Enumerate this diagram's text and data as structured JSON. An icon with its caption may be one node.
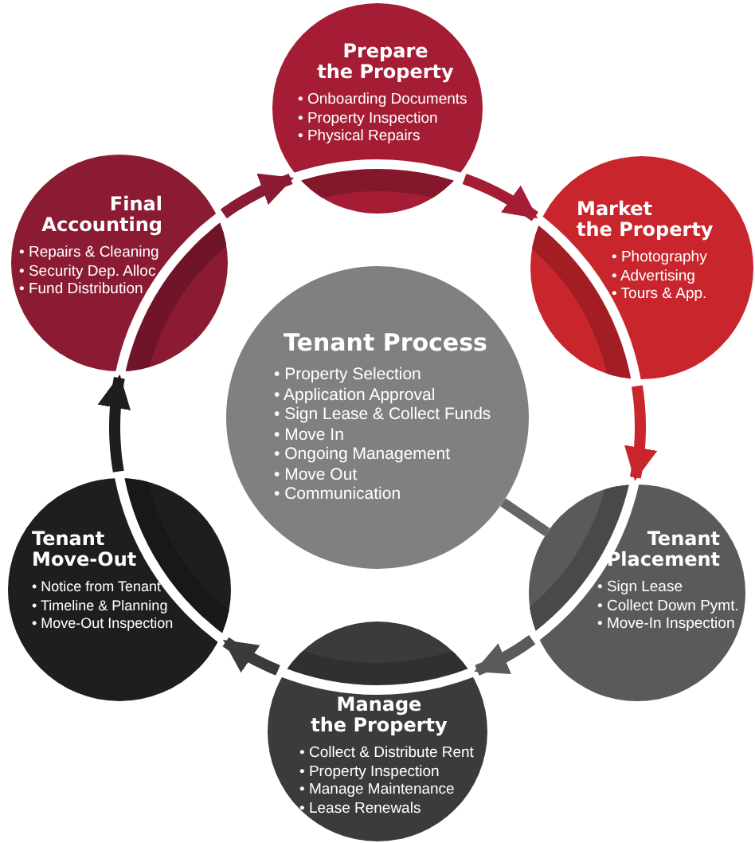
{
  "diagram": {
    "nodes": [
      {
        "text": [
          "Prepare the Property",
          "• Onboarding Documents",
          "• Property Inspection",
          "• Physical Repairs"
        ]
      },
      {
        "text": [
          "Market the Property",
          "• Photography",
          "• Advertising",
          "• Tours & App."
        ]
      },
      {
        "text": [
          "Tenant Placement",
          "• Sign Lease",
          "• Collect Down Pymt.",
          "• Move-In Inspection"
        ]
      },
      {
        "text": [
          "Manage the Property",
          "• Collect & Distribute Rent",
          "• Property Inspection",
          "• Manage Maintenance",
          "• Lease Renewals"
        ]
      },
      {
        "text": [
          "Tenant Move-Out",
          "• Notice from Tenant",
          "• Timeline & Planning",
          "• Move-Out Inspection"
        ]
      },
      {
        "text": [
          "Final Accounting",
          "• Repairs & Cleaning",
          "• Security Dep. Alloc",
          "• Fund Distribution"
        ]
      },
      {
        "text": [
          "Tenant Process",
          "• Property Selection",
          "• Application Approval",
          "• Sign Lease & Collect Funds",
          "• Move In",
          "• Ongoing Management",
          "• Move Out",
          "• Communication"
        ]
      }
    ],
    "edges": [
      {
        "from": 0,
        "to": 1,
        "arrow": "to",
        "color": "#a51c35"
      },
      {
        "from": 1,
        "to": 2,
        "arrow": "to",
        "color": "#c9252c"
      },
      {
        "from": 2,
        "to": 3,
        "arrow": "to",
        "color": "#5a5a5a"
      },
      {
        "from": 3,
        "to": 4,
        "arrow": "to",
        "color": "#3b3b3b"
      },
      {
        "from": 4,
        "to": 5,
        "arrow": "to",
        "color": "#1e1e1e"
      },
      {
        "from": 5,
        "to": 0,
        "arrow": "to",
        "color": "#8b1a33"
      },
      {
        "from": 6,
        "to": 2,
        "arrow": "none",
        "color": "#666666"
      }
    ]
  }
}
